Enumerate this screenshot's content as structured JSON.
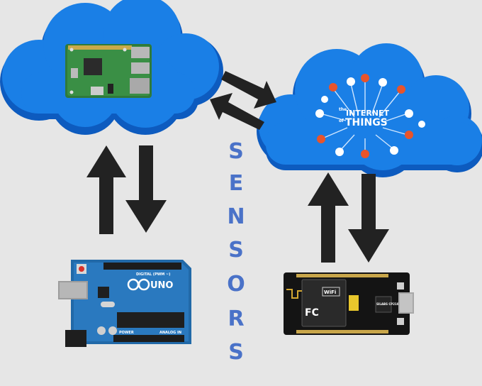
{
  "sensors_label": [
    "S",
    "E",
    "N",
    "S",
    "O",
    "R",
    "S"
  ],
  "iot_logo": {
    "line1": "INTERNET",
    "line2": "THINGS",
    "prefix1": "the",
    "prefix2": "of"
  },
  "arduino": {
    "brand": "UNO",
    "text_digital": "DIGITAL (PWM ~)",
    "text_analog": "ANALOG IN",
    "text_power": "POWER"
  },
  "nodemcu": {
    "wifi": "WiFi",
    "fcc": "FC",
    "module_text": "SILABS CP2102"
  },
  "colors": {
    "cloud": "#1a7fe6",
    "cloud_shadow": "#0d5bbf",
    "arrow": "#222222",
    "sensors_text": "#4a72c8",
    "background": "#e6e6e6"
  }
}
